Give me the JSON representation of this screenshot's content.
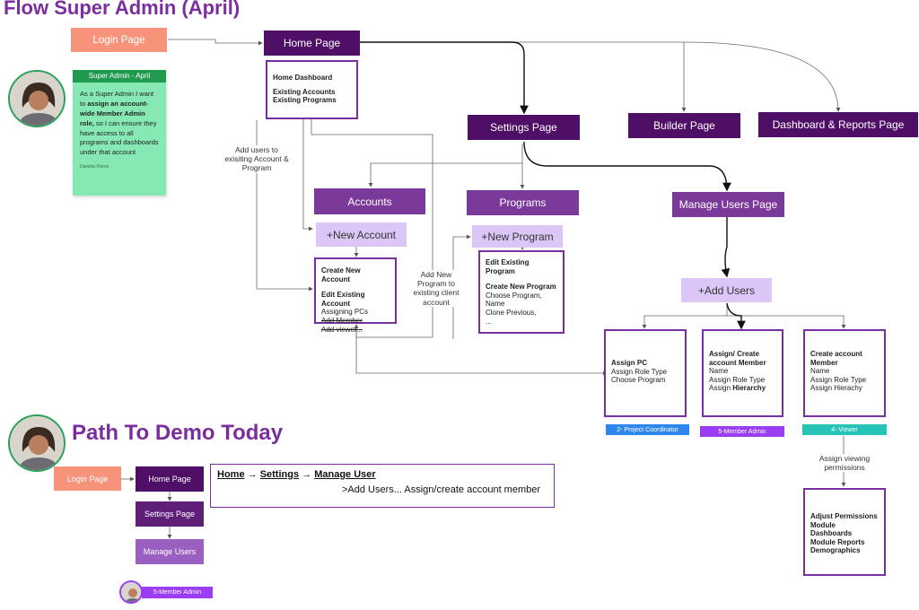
{
  "flow_title": "Flow Super Admin  (April)",
  "demo_title": "Path To Demo Today",
  "persona": {
    "header": "Super Admin - April",
    "text_1": "As a Super Admin I want to ",
    "text_bold": "assign an account-wide Member Admin role,",
    "text_2": " so I can ensure they have access to all programs and dashboards under that account",
    "author": "Daniela Flores"
  },
  "nodes": {
    "login": "Login Page",
    "home": "Home Page",
    "settings": "Settings Page",
    "builder": "Builder Page",
    "dashboard_reports": "Dashboard & Reports Page",
    "accounts": "Accounts",
    "programs": "Programs",
    "manage_users": "Manage Users Page",
    "new_account": "+New Account",
    "new_program": "+New Program",
    "add_users": "+Add Users"
  },
  "notes": {
    "home": [
      "Home Dashboard",
      "Existing Accounts",
      "Existing Programs"
    ],
    "account": [
      "Create New Account",
      "Edit Existing Account",
      "Assigning PCs",
      "Add Member",
      "Add viewer..."
    ],
    "program": [
      "Edit Existing Program",
      "Create New Program",
      "Choose Program, Name",
      "Clone Previous,",
      "..."
    ],
    "assign_pc": [
      "Assign PC",
      "Assign Role Type",
      "Choose Program"
    ],
    "assign_create": [
      "Assign/ Create account  Member",
      "Name",
      "Assign Role Type",
      "Assign ",
      "Hierarchy"
    ],
    "create_member": [
      "Create account Member",
      "Name",
      "Assign Role Type",
      "Assign Hierachy"
    ],
    "permissions": [
      "Adjust Permissions",
      "Module Dashboards",
      "Module Reports",
      "Demographics"
    ]
  },
  "labels": {
    "add_users_existing": "Add users to exisiting Account & Program",
    "add_new_program": "Add New Program to existing client account",
    "assign_viewing": "Assign viewing permissions"
  },
  "tags": {
    "pc": "2- Project Coordinator",
    "member_admin": "5-Member Admin",
    "viewer": "4- Viewer"
  },
  "demo": {
    "login": "Login Page",
    "home": "Home Page",
    "settings": "Settings Page",
    "manage": "Manage Users",
    "member_tag": "5-Member Admin",
    "path_home": "Home",
    "arrow1": " → ",
    "path_settings": "Settings",
    "arrow2": " → ",
    "path_manage": "Manage User",
    "path_detail": ">Add Users... Assign/create account member"
  },
  "colors": {
    "dark_purple": "#4f0f66",
    "mid_purple": "#7b3a99",
    "light_purple": "#dcc6f7",
    "salmon": "#f6937a",
    "persona_green": "#86e8b2",
    "persona_header": "#1f9a4e",
    "tag_blue": "#2f86ea",
    "tag_purple": "#9b3df2",
    "tag_teal": "#25c4b7",
    "title_purple": "#7a2e9e"
  }
}
